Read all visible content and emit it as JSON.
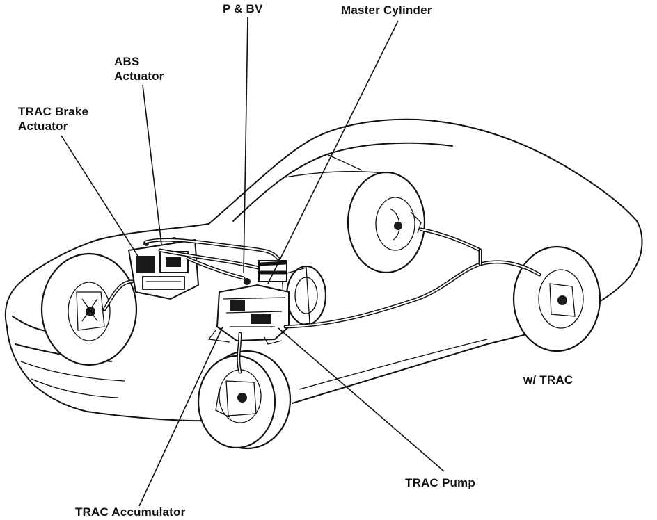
{
  "diagram": {
    "labels": {
      "pbv": "P & BV",
      "master_cylinder": "Master Cylinder",
      "abs_actuator_line1": "ABS",
      "abs_actuator_line2": "Actuator",
      "trac_brake_actuator_line1": "TRAC Brake",
      "trac_brake_actuator_line2": "Actuator",
      "variant": "w/ TRAC",
      "trac_pump": "TRAC Pump",
      "trac_accumulator": "TRAC Accumulator"
    }
  }
}
